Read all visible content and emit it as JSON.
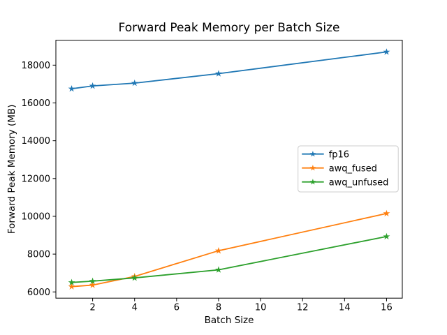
{
  "chart_data": {
    "type": "line",
    "title": "Forward Peak Memory per Batch Size",
    "xlabel": "Batch Size",
    "ylabel": "Forward Peak Memory (MB)",
    "x": [
      1,
      2,
      4,
      8,
      16
    ],
    "series": [
      {
        "name": "fp16",
        "color": "#1f77b4",
        "values": [
          16750,
          16900,
          17050,
          17550,
          18700
        ]
      },
      {
        "name": "awq_fused",
        "color": "#ff7f0e",
        "values": [
          6280,
          6360,
          6820,
          8180,
          10150
        ]
      },
      {
        "name": "awq_unfused",
        "color": "#2ca02c",
        "values": [
          6500,
          6570,
          6740,
          7170,
          8930
        ]
      }
    ],
    "xticks": [
      2,
      4,
      6,
      8,
      10,
      12,
      14,
      16
    ],
    "yticks": [
      6000,
      8000,
      10000,
      12000,
      14000,
      16000,
      18000
    ],
    "xlim": [
      0.25,
      16.75
    ],
    "ylim": [
      5670,
      19320
    ],
    "marker": "star",
    "grid": false,
    "legend": {
      "position": "center-right",
      "entries": [
        "fp16",
        "awq_fused",
        "awq_unfused"
      ],
      "border_color": "#cccccc",
      "background": "#ffffff"
    },
    "axis_color": "#000000",
    "background": "#ffffff"
  }
}
